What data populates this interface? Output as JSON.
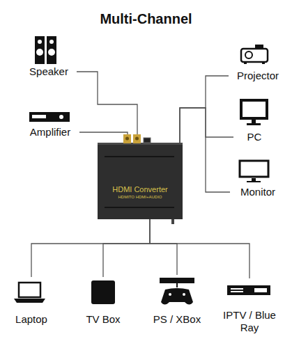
{
  "diagram": {
    "title": "Multi-Channel",
    "nodes": [
      {
        "text": [
          "Speaker"
        ]
      },
      {
        "text": [
          "Amplifier"
        ]
      },
      {
        "text": [
          "Projector"
        ]
      },
      {
        "text": [
          "PC"
        ]
      },
      {
        "text": [
          "Monitor"
        ]
      },
      {
        "text": [
          "HDMI Converter",
          "HDMITO HDMI+AUDIO"
        ]
      },
      {
        "text": [
          "Laptop"
        ]
      },
      {
        "text": [
          "TV Box"
        ]
      },
      {
        "text": [
          "PS / XBox"
        ]
      },
      {
        "text": [
          "IPTV / Blue Ray"
        ]
      }
    ],
    "edges": [
      {
        "from": 0,
        "to": 5,
        "arrow": "none"
      },
      {
        "from": 1,
        "to": 5,
        "arrow": "none"
      },
      {
        "from": 5,
        "to": 2,
        "arrow": "none"
      },
      {
        "from": 5,
        "to": 3,
        "arrow": "none"
      },
      {
        "from": 5,
        "to": 4,
        "arrow": "none"
      },
      {
        "from": 6,
        "to": 5,
        "arrow": "none"
      },
      {
        "from": 7,
        "to": 5,
        "arrow": "none"
      },
      {
        "from": 8,
        "to": 5,
        "arrow": "none"
      },
      {
        "from": 9,
        "to": 5,
        "arrow": "none"
      }
    ]
  }
}
